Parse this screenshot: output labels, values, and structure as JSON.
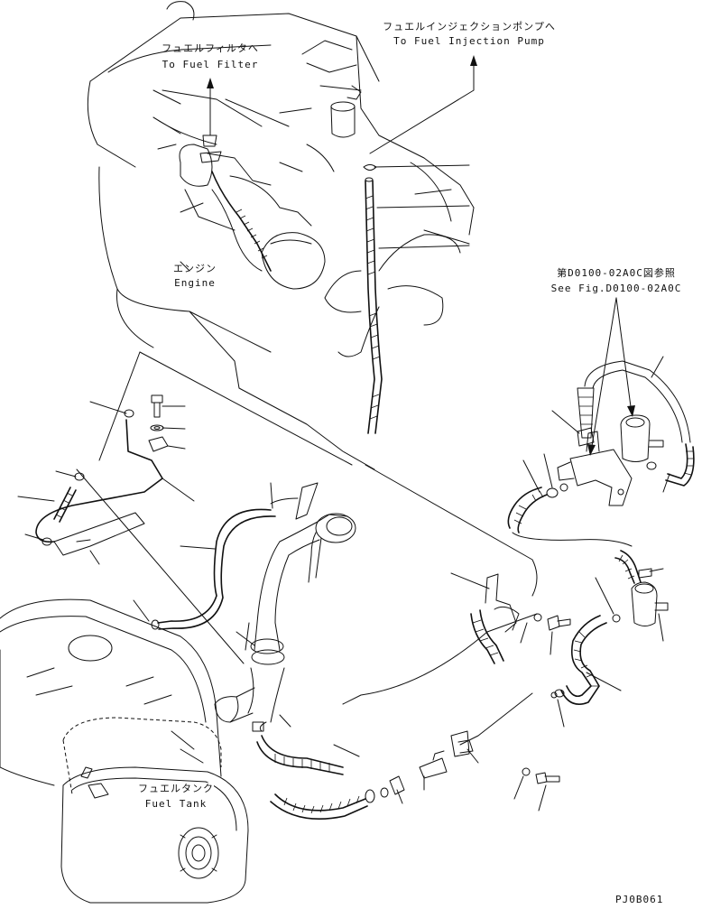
{
  "labels": {
    "fuel_filter_jp": "フュエルフィルタへ",
    "fuel_filter_en": "To Fuel Filter",
    "injection_pump_jp": "フュエルインジェクションポンプへ",
    "injection_pump_en": "To Fuel Injection Pump",
    "engine_jp": "エンジン",
    "engine_en": "Engine",
    "see_fig_jp": "第D0100-02A0C図参照",
    "see_fig_en": "See Fig.D0100-02A0C",
    "fuel_tank_jp": "フュエルタンク",
    "fuel_tank_en": "Fuel Tank",
    "drawing_code": "PJ0B061"
  }
}
